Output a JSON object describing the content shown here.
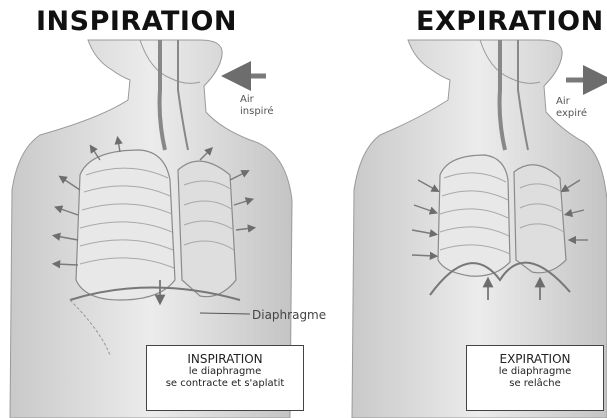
{
  "left_panel": {
    "title": "INSPIRATION",
    "air_label_1": "Air",
    "air_label_2": "inspiré",
    "diaphragm_label": "Diaphragme",
    "caption": {
      "title": "INSPIRATION",
      "line1": "le diaphragme",
      "line2": "se contracte et s'aplatit"
    }
  },
  "right_panel": {
    "title": "EXPIRATION",
    "air_label_1": "Air",
    "air_label_2": "expiré",
    "caption": {
      "title": "EXPIRATION",
      "line1": "le diaphragme",
      "line2": "se relâche"
    }
  },
  "colors": {
    "body_shade": "#d9d9d9",
    "lung_shade": "#bdbdbd",
    "outline": "#8a8a8a",
    "arrow": "#7a7a7a"
  }
}
